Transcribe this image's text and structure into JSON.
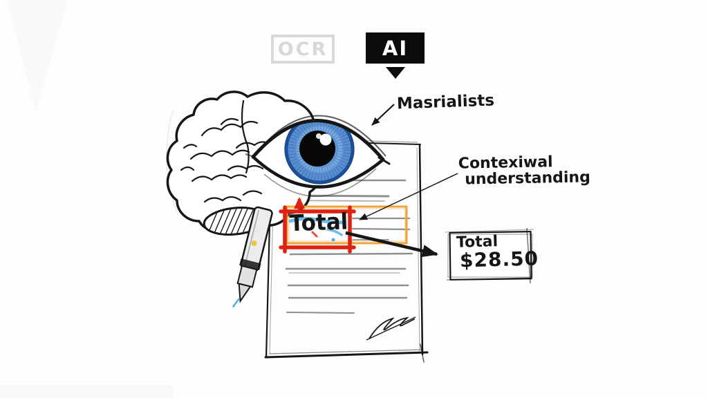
{
  "badges": {
    "ocr": "OCR",
    "ai": "AI"
  },
  "annotations": {
    "eye_label": "Masrialists",
    "context_label_line1": "Contexiwal",
    "context_label_line2": "understanding"
  },
  "document": {
    "highlight_text": "Total"
  },
  "result_box": {
    "label": "Total",
    "amount": "$28.50"
  },
  "icons": {
    "brain": "brain-icon",
    "eye": "eye-icon",
    "pen": "pen-icon",
    "document": "document-icon",
    "triangle": "triangle-down-icon"
  },
  "colors": {
    "ink": "#161616",
    "badge_black": "#0c0c0c",
    "highlight_red": "#e0210f",
    "highlight_orange": "#f1a33b",
    "scribble_blue": "#49aeea",
    "iris_blue": "#5e93d2",
    "iris_dark": "#1d4f97",
    "faded_gray": "#d8d8d8",
    "doc_line_gray": "#8f8f8f",
    "paper": "#fdfdfd"
  }
}
